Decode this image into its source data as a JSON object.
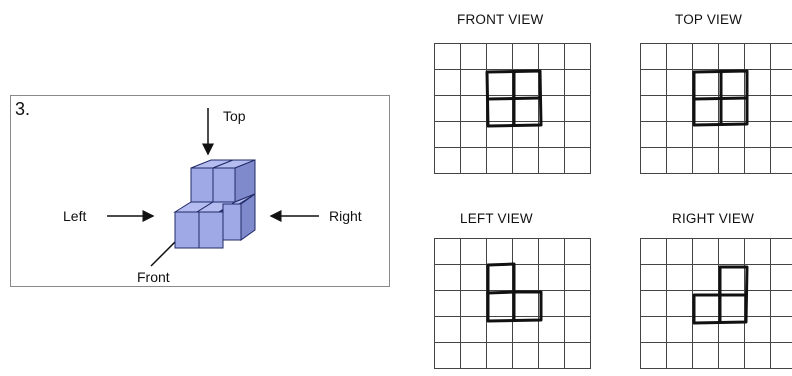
{
  "problem": {
    "number": "3.",
    "labels": {
      "top": "Top",
      "left": "Left",
      "right": "Right",
      "front": "Front"
    }
  },
  "views": [
    {
      "id": "front",
      "title": "FRONT VIEW"
    },
    {
      "id": "top",
      "title": "TOP VIEW"
    },
    {
      "id": "left",
      "title": "LEFT VIEW"
    },
    {
      "id": "right",
      "title": "RIGHT VIEW"
    }
  ],
  "colors": {
    "cube_front": "#9fa9e6",
    "cube_top": "#b4bcf0",
    "cube_side": "#7e8acc",
    "cube_edge": "#1f2a66",
    "drawing": "#111111"
  }
}
